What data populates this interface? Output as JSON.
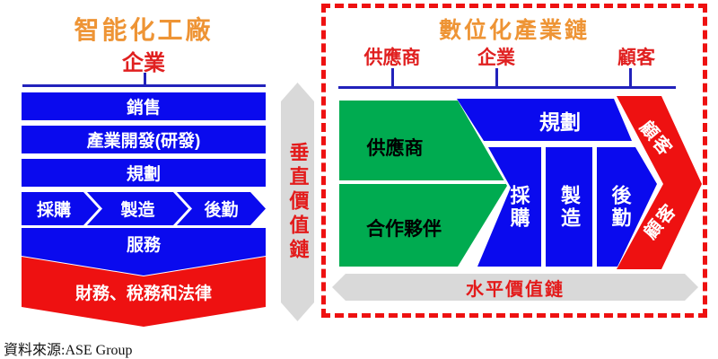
{
  "left": {
    "title": "智能化工廠",
    "org_label": "企業",
    "bars": [
      "銷售",
      "產業開發(研發)",
      "規劃"
    ],
    "process_chevrons": [
      "採購",
      "製造",
      "後勤"
    ],
    "service": "服務",
    "finance": "財務、稅務和法律",
    "vertical_chain": "垂直價值鏈"
  },
  "right": {
    "title": "數位化產業鏈",
    "labels": {
      "supplier": "供應商",
      "enterprise": "企業",
      "customer": "顧客"
    },
    "supplier_arrow": {
      "top": "供應商",
      "bottom": "合作夥伴"
    },
    "plan": "規劃",
    "columns": [
      "採購",
      "製造",
      "後勤"
    ],
    "customer_band": {
      "top": "顧客",
      "bottom": "顧客"
    },
    "horizontal_chain": "水平價值鏈"
  },
  "footer": {
    "source": "資料來源:ASE Group"
  },
  "colors": {
    "blue": "#0A0AEE",
    "green": "#00AB50",
    "red": "#EE1111",
    "orange": "#EE9435",
    "label_red": "#E02020",
    "line_blue": "#2222BB",
    "gray": "#D9D9D9",
    "text_white": "#FFFFFF",
    "text_black": "#000000"
  }
}
